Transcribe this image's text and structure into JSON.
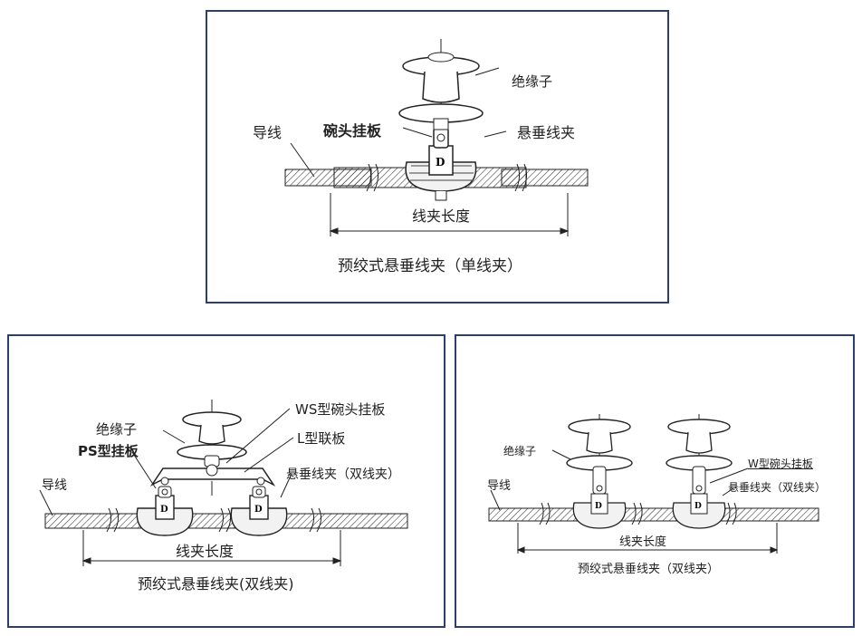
{
  "colors": {
    "frame": "#2b3f73",
    "ink": "#222222"
  },
  "panel_single": {
    "labels": {
      "insulator": "绝缘子",
      "socket_clevis": "碗头挂板",
      "conductor": "导线",
      "suspension_clamp": "悬垂线夹",
      "clamp_length": "线夹长度"
    },
    "caption": "预绞式悬垂线夹（单线夹）"
  },
  "panel_double_yoke": {
    "labels": {
      "ws_socket_clevis": "WS型碗头挂板",
      "insulator": "绝缘子",
      "l_yoke_plate": "L型联板",
      "ps_clevis": "PS型挂板",
      "suspension_clamp_double": "悬垂线夹（双线夹）",
      "conductor": "导线",
      "clamp_length": "线夹长度"
    },
    "caption": "预绞式悬垂线夹(双线夹)"
  },
  "panel_double_string": {
    "labels": {
      "insulator": "绝缘子",
      "w_socket_clevis": "W型碗头挂板",
      "conductor": "导线",
      "suspension_clamp_double": "悬垂线夹（双线夹）",
      "clamp_length": "线夹长度"
    },
    "caption": "预绞式悬垂线夹（双线夹）"
  }
}
